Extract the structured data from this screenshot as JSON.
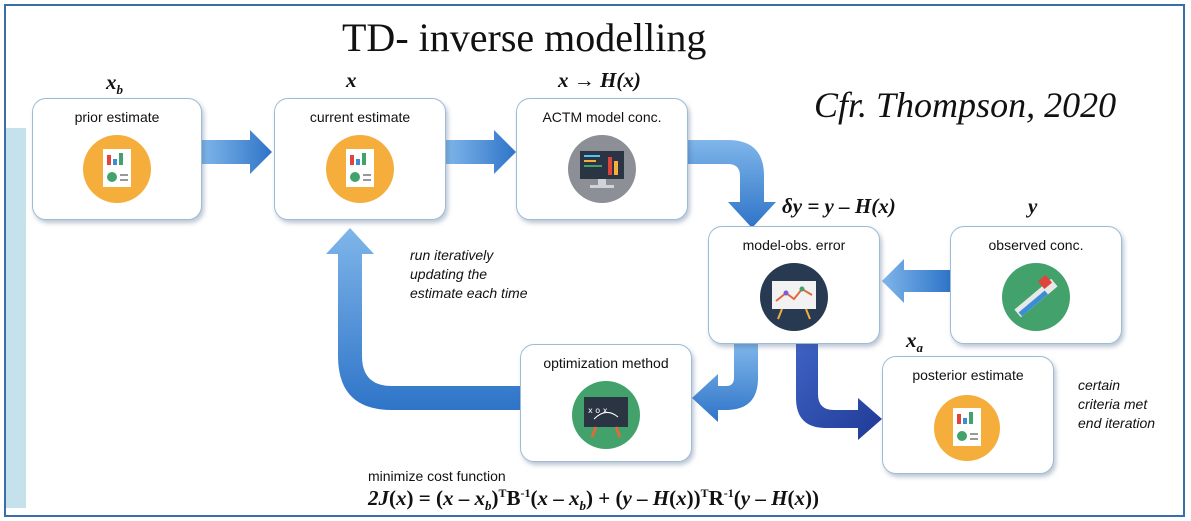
{
  "title": "TD- inverse modelling",
  "citation": "Cfr. Thompson, 2020",
  "boxes": {
    "prior": {
      "label": "prior estimate",
      "math": "x",
      "math_sub": "b"
    },
    "current": {
      "label": "current estimate",
      "math": "x"
    },
    "actm": {
      "label": "ACTM model conc.",
      "math": "x → H(x)"
    },
    "error": {
      "label": "model-obs. error",
      "math": "δy = y – H(x)"
    },
    "observed": {
      "label": "observed conc.",
      "math": "y"
    },
    "optimization": {
      "label": "optimization method"
    },
    "posterior": {
      "label": "posterior estimate",
      "math": "x",
      "math_sub": "a"
    }
  },
  "notes": {
    "iterate": [
      "run iteratively",
      "updating the",
      "estimate each time"
    ],
    "stop": [
      "certain",
      "criteria met",
      "end iteration"
    ]
  },
  "cost": {
    "label": "minimize cost function",
    "equation": "2J(x) = (x – xb)ᵀB⁻¹(x – xb) + (y – H(x))ᵀR⁻¹(y – H(x))"
  },
  "colors": {
    "arrow": "#4a8fd6",
    "arrow_dark": "#2548a8",
    "icon_orange": "#f5ae3c",
    "icon_gray": "#8c8f96",
    "icon_navy": "#273a52",
    "icon_green": "#43a26b",
    "border": "#3a6ea8"
  },
  "icons": {
    "prior": "report-icon",
    "current": "report-icon",
    "actm": "computer-icon",
    "error": "chart-board-icon",
    "observed": "ruler-pencil-icon",
    "optimization": "chalkboard-icon",
    "posterior": "report-icon"
  }
}
